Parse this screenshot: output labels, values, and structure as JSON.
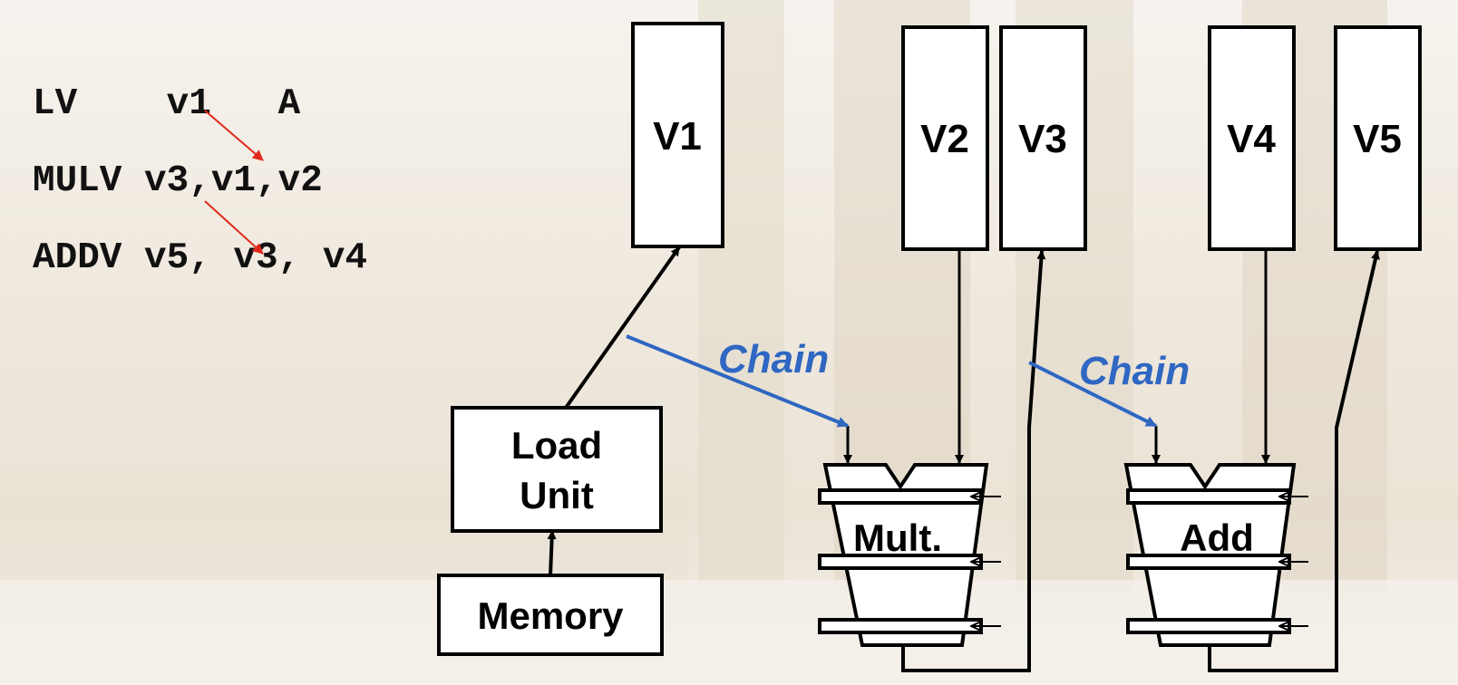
{
  "code": {
    "lines": [
      "LV    v1   A",
      "MULV v3,v1,v2",
      "ADDV v5, v3, v4"
    ]
  },
  "registers": {
    "v1": "V1",
    "v2": "V2",
    "v3": "V3",
    "v4": "V4",
    "v5": "V5"
  },
  "units": {
    "load_line1": "Load",
    "load_line2": "Unit",
    "memory": "Memory",
    "mult": "Mult.",
    "add": "Add"
  },
  "chain_labels": [
    "Chain",
    "Chain"
  ],
  "colors": {
    "chain": "#2f67c2",
    "dependency_arrow": "#e0291c",
    "stroke": "#000000"
  }
}
